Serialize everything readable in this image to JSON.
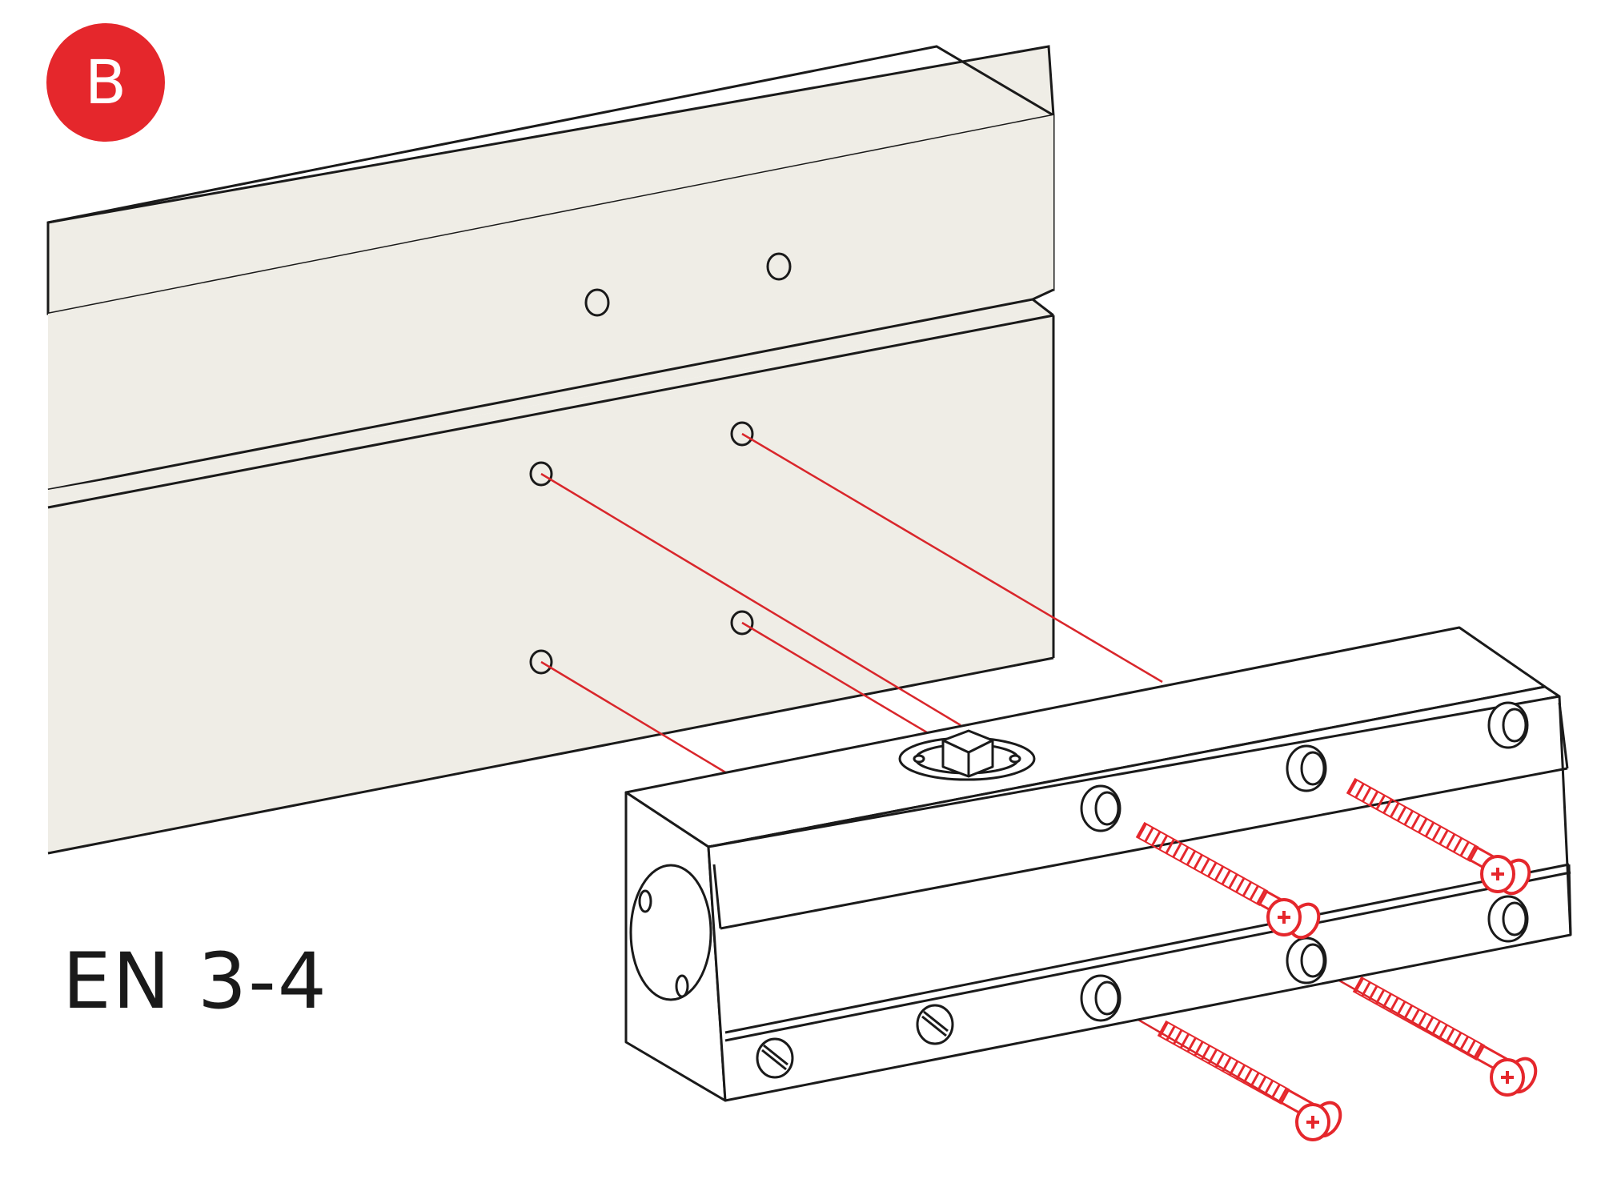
{
  "step": {
    "letter": "B"
  },
  "standard": {
    "label": "EN 3-4"
  },
  "colors": {
    "accent": "#e5272c",
    "wood": "#efede6",
    "outline": "#1a1a1a",
    "guide": "#d9262b"
  },
  "icons": {
    "screws": "screw-icon",
    "drill_holes": "drill-hole-icon"
  },
  "parts": {
    "screw_count": 4,
    "frame_hole_count": 6
  }
}
